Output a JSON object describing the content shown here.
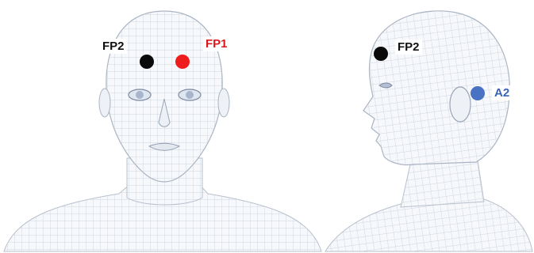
{
  "labels": {
    "fp2_front": "FP2",
    "fp1": "FP1",
    "fp2_side": "FP2",
    "a2": "A2"
  },
  "colors": {
    "fp2": "#0a0a0a",
    "fp1": "#ee1c1c",
    "a2": "#4a72c4",
    "fp2_text": "#111111",
    "fp1_text": "#e0141c",
    "a2_text": "#3a62b6",
    "mesh": "#c4ccd8",
    "skin": "#f6f8fb"
  },
  "icons": {
    "front_view": "head-front-wireframe-icon",
    "side_view": "head-side-wireframe-icon"
  }
}
